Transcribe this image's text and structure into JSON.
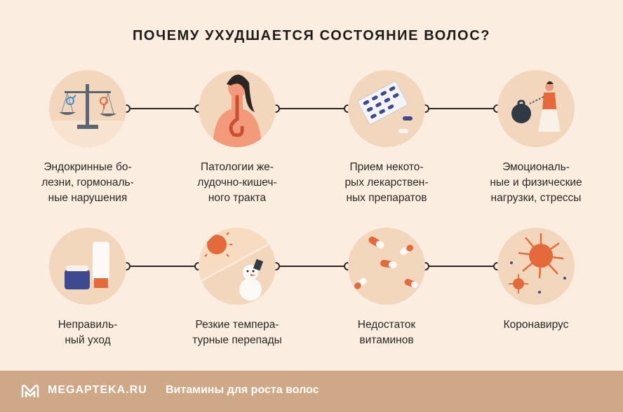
{
  "title": "ПОЧЕМУ УХУДШАЕТСЯ СОСТОЯНИЕ ВОЛОС?",
  "items": [
    {
      "icon": "scales-icon",
      "lines": [
        "Эндокринные бо-",
        "лезни, гормональ-",
        "ные нарушения"
      ]
    },
    {
      "icon": "digestive-tract-icon",
      "lines": [
        "Патологии же-",
        "лудочно-кишеч-",
        "ного тракта"
      ]
    },
    {
      "icon": "pills-icon",
      "lines": [
        "Прием некото-",
        "рых лекарствен-",
        "ных препаратов"
      ]
    },
    {
      "icon": "woman-with-weight-icon",
      "lines": [
        "Эмоциональ-",
        "ные и физические",
        "нагрузки, стрессы"
      ]
    },
    {
      "icon": "cosmetics-jars-icon",
      "lines": [
        "Неправиль-",
        "ный уход"
      ]
    },
    {
      "icon": "sun-snowman-icon",
      "lines": [
        "Резкие темпера-",
        "турные перепады"
      ]
    },
    {
      "icon": "vitamin-capsules-icon",
      "lines": [
        "Недостаток",
        "витаминов"
      ]
    },
    {
      "icon": "virus-icon",
      "lines": [
        "Коронавирус"
      ]
    }
  ],
  "footer": {
    "logo_icon": "megapteka-logo-icon",
    "brand": "MEGAPTEKA.RU",
    "tagline": "Витамины для роста волос"
  },
  "colors": {
    "background": "#fbeee0",
    "circle": "#f3d7bd",
    "accent": "#e56a3b",
    "footer": "#cfa887"
  }
}
